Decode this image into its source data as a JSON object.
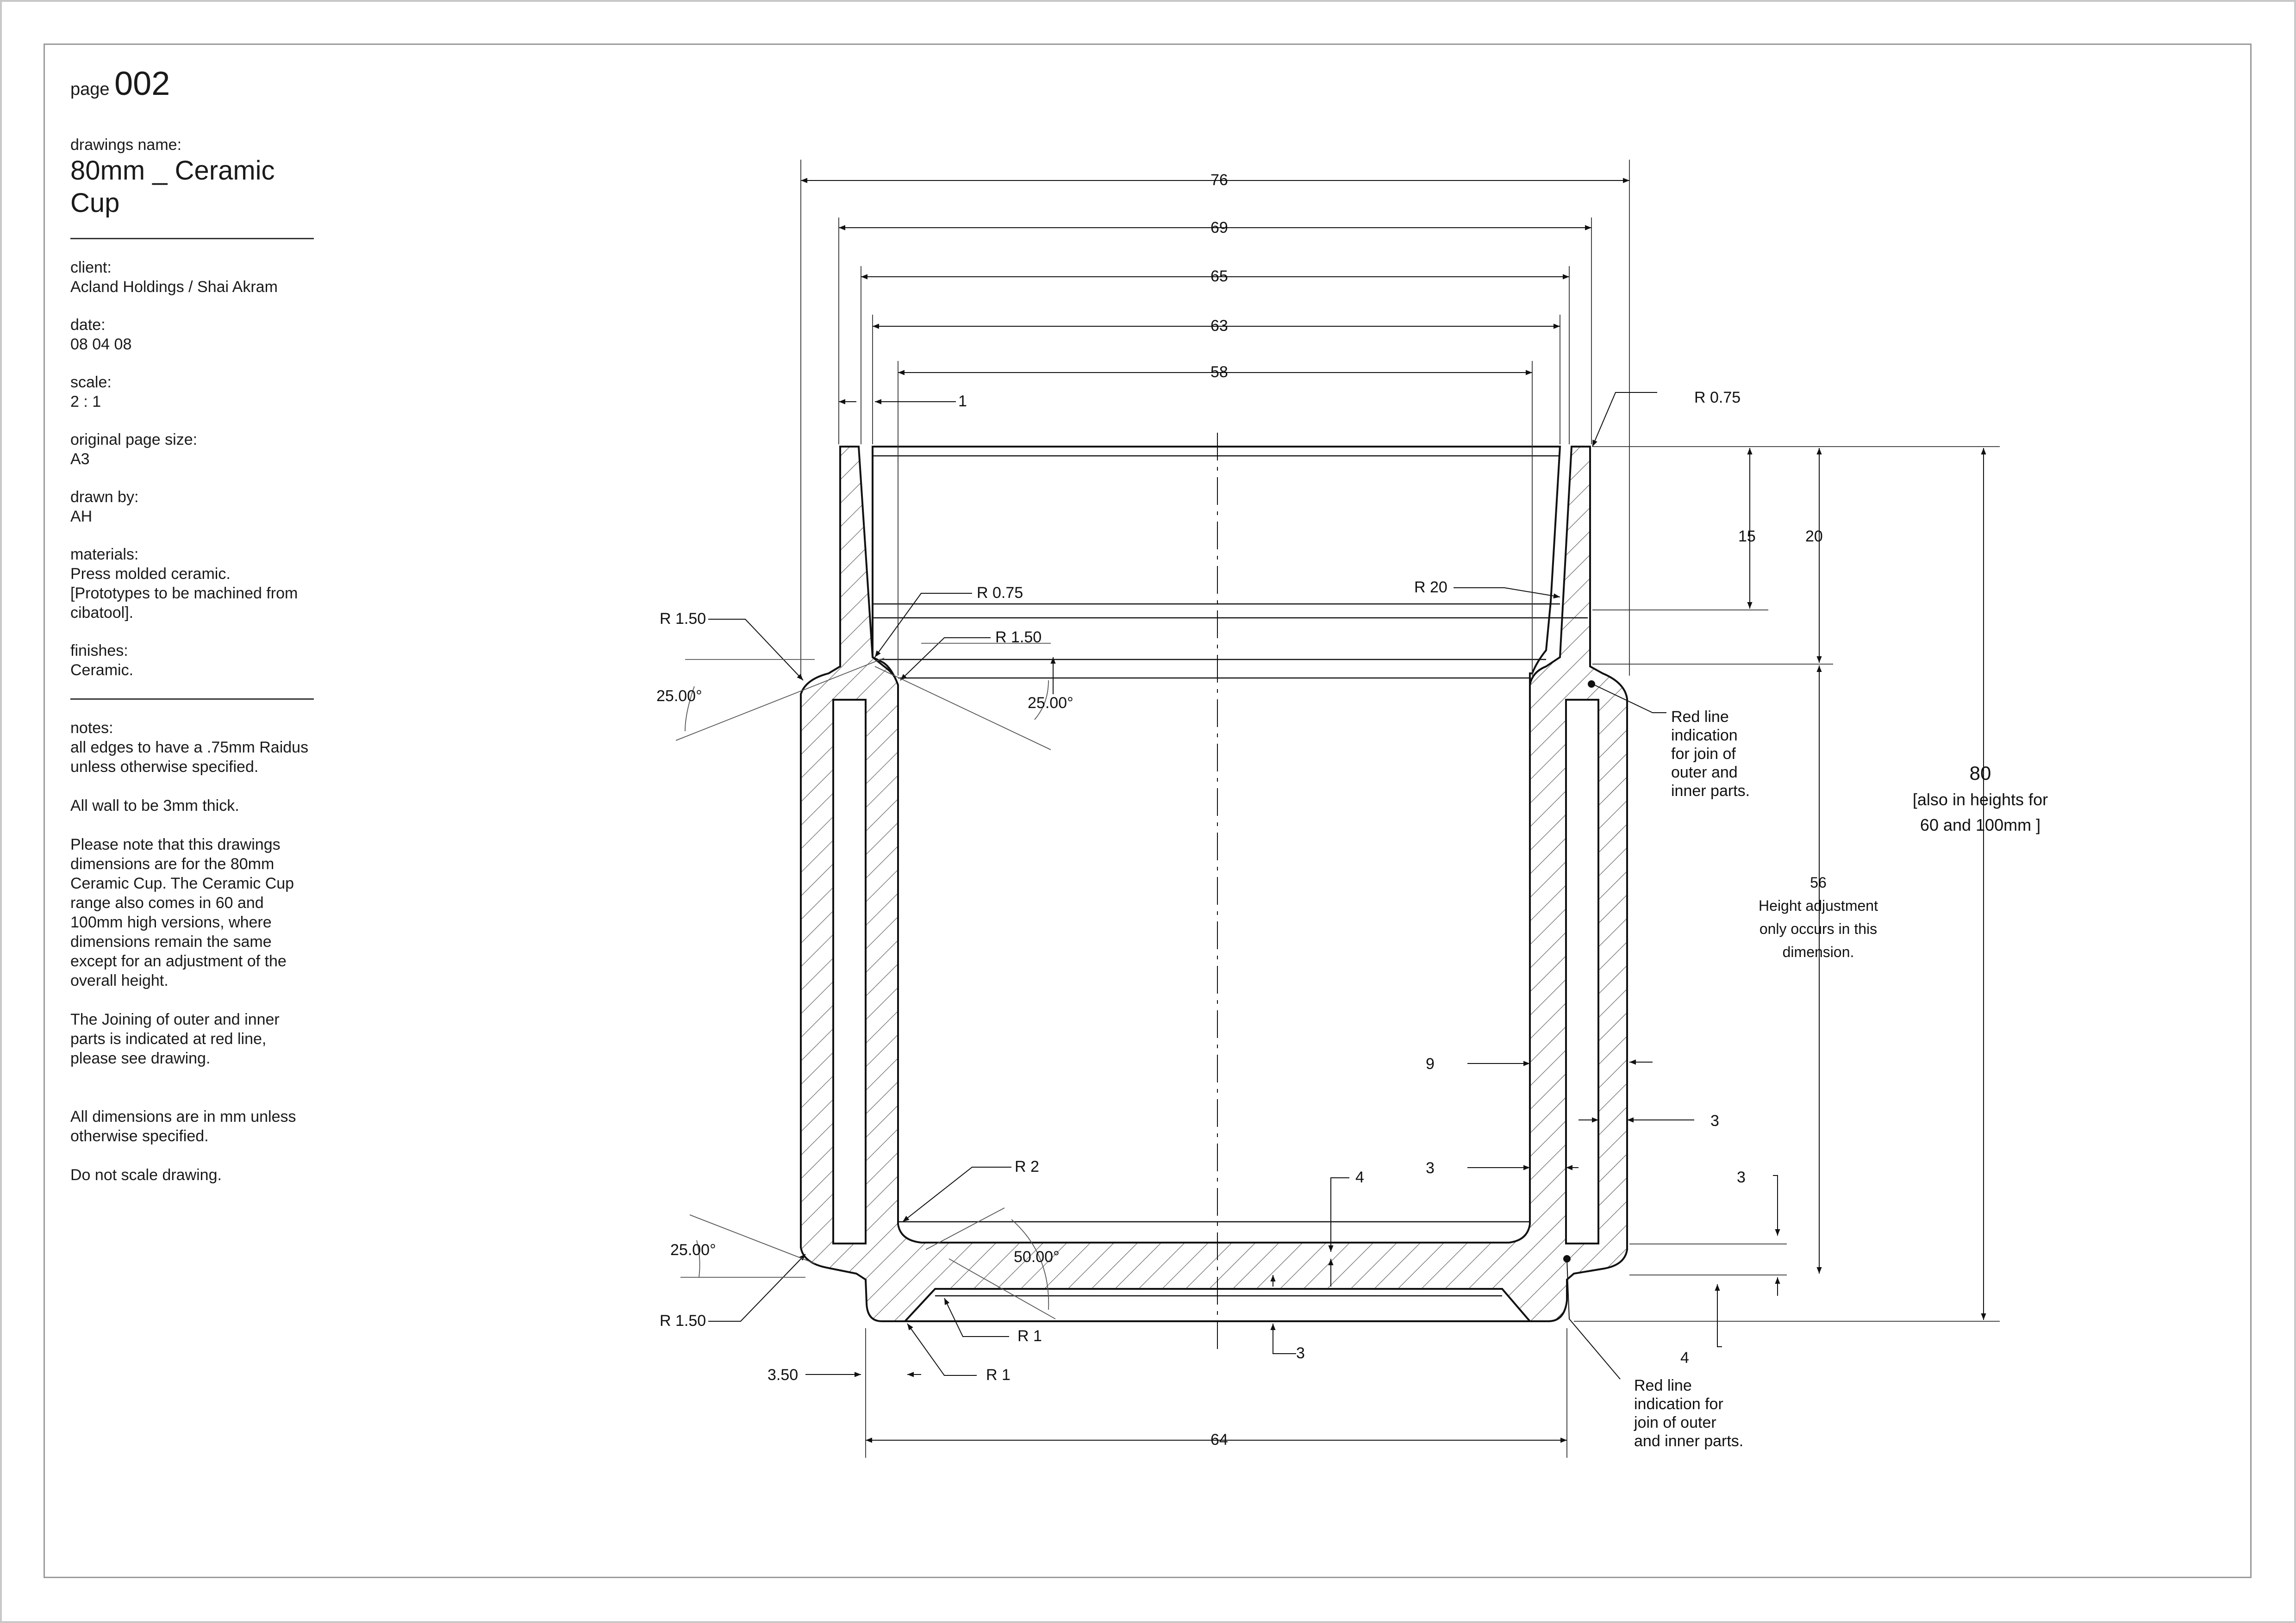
{
  "page": {
    "label": "page",
    "number": "002"
  },
  "title_block": {
    "drawings_name_label": "drawings name:",
    "drawings_name": "80mm _ Ceramic Cup",
    "client_label": "client:",
    "client": "Acland Holdings / Shai Akram",
    "date_label": "date:",
    "date": "08 04 08",
    "scale_label": "scale:",
    "scale": "2 : 1",
    "page_size_label": "original page size:",
    "page_size": "A3",
    "drawn_by_label": "drawn by:",
    "drawn_by": "AH",
    "materials_label": "materials:",
    "materials": [
      "Press molded ceramic.",
      "[Prototypes to be machined from",
      "cibatool]."
    ],
    "finishes_label": "finishes:",
    "finishes": "Ceramic."
  },
  "notes": {
    "label": "notes:",
    "paragraphs": [
      [
        "all edges to have a .75mm Raidus",
        "unless otherwise specified."
      ],
      [
        "All wall to be 3mm thick."
      ],
      [
        "Please note that this drawings",
        "dimensions are for the 80mm",
        "Ceramic Cup. The Ceramic Cup",
        "range also comes in 60 and",
        "100mm high versions, where",
        "dimensions remain the same",
        "except for an adjustment of the",
        "overall height."
      ],
      [
        "The Joining of outer and inner",
        "parts is indicated at red line,",
        "please see drawing."
      ],
      [
        "All dimensions are in mm unless",
        "otherwise specified."
      ],
      [
        "Do not scale drawing."
      ]
    ]
  },
  "dimensions": {
    "d76": "76",
    "d69": "69",
    "d65": "65",
    "d63": "63",
    "d58": "58",
    "d1": "1",
    "r075_top": "R 0.75",
    "r075_in": "R 0.75",
    "r150_in": "R 1.50",
    "r150_left": "R 1.50",
    "r20": "R 20",
    "a25_left": "25.00°",
    "a25_mid": "25.00°",
    "d15": "15",
    "d20": "20",
    "d80": "80",
    "d80_note1": "[also in heights for",
    "d80_note2": "60 and 100mm ]",
    "d56": "56",
    "d56_note1": "Height adjustment",
    "d56_note2": "only occurs in this",
    "d56_note3": "dimension.",
    "redline_top": [
      "Red line",
      "indication",
      "for join of",
      "outer and",
      "inner parts."
    ],
    "d9": "9",
    "d3_right": "3",
    "d3_wall": "3",
    "d4_base": "4",
    "d3_far": "3",
    "d4_foot": "4",
    "r2": "R 2",
    "a50": "50.00°",
    "a25_low": "25.00°",
    "r150_low": "R 1.50",
    "r1_a": "R 1",
    "r1_b": "R 1",
    "d3_base": "3",
    "d350": "3.50",
    "d64": "64",
    "redline_bottom": [
      "Red line",
      "indication for",
      "join of outer",
      "and inner parts."
    ]
  }
}
